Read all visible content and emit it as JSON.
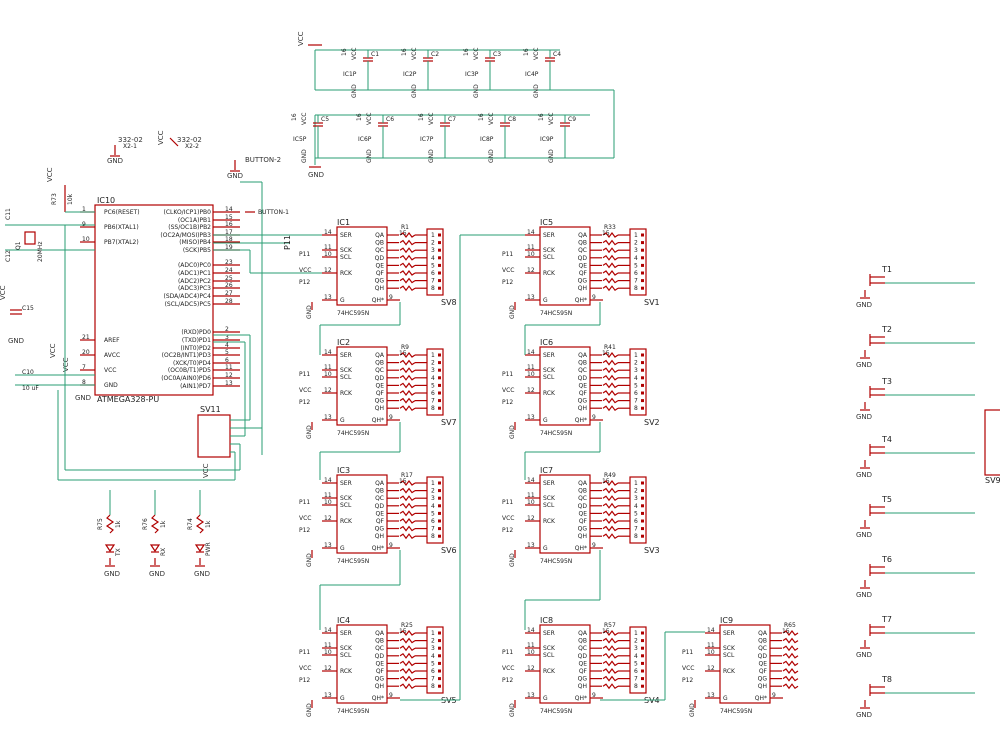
{
  "power": {
    "vcc": "VCC",
    "gnd": "GND"
  },
  "caps_top": [
    {
      "name": "C1",
      "ic": "IC1P"
    },
    {
      "name": "C2",
      "ic": "IC2P"
    },
    {
      "name": "C3",
      "ic": "IC3P"
    },
    {
      "name": "C4",
      "ic": "IC4P"
    }
  ],
  "caps_bottom": [
    {
      "name": "C5",
      "ic": "IC5P"
    },
    {
      "name": "C6",
      "ic": "IC6P"
    },
    {
      "name": "C7",
      "ic": "IC7P"
    },
    {
      "name": "C8",
      "ic": "IC8P"
    },
    {
      "name": "C9",
      "ic": "IC9P"
    }
  ],
  "connectors": {
    "x21": "332-02",
    "x21_pin": "X2-1",
    "x22": "332-02",
    "x22_pin": "X2-2",
    "button2": "BUTTON-2",
    "button1": "BUTTON-1"
  },
  "mcu": {
    "name": "IC10",
    "part": "ATMEGA328-PU",
    "left_pins": [
      {
        "label": "PC6(RESET)",
        "num": "1"
      },
      {
        "label": "PB6(XTAL1)",
        "num": "9"
      },
      {
        "label": "PB7(XTAL2)",
        "num": "10"
      },
      {
        "label": "AREF",
        "num": "21"
      },
      {
        "label": "AVCC",
        "num": "20"
      },
      {
        "label": "VCC",
        "num": "7"
      },
      {
        "label": "GND",
        "num": "8"
      }
    ],
    "right_pins": [
      {
        "label": "(CLKO/ICP1)PB0",
        "num": "14"
      },
      {
        "label": "(OC1A)PB1",
        "num": "15"
      },
      {
        "label": "(SS/OC1B)PB2",
        "num": "16"
      },
      {
        "label": "(OC2A/MOSI)PB3",
        "num": "17"
      },
      {
        "label": "(MISO)PB4",
        "num": "18"
      },
      {
        "label": "(SCK)PB5",
        "num": "19"
      },
      {
        "label": "(ADC0)PC0",
        "num": "23"
      },
      {
        "label": "(ADC1)PC1",
        "num": "24"
      },
      {
        "label": "(ADC2)PC2",
        "num": "25"
      },
      {
        "label": "(ADC3)PC3",
        "num": "26"
      },
      {
        "label": "(SDA/ADC4)PC4",
        "num": "27"
      },
      {
        "label": "(SCL/ADC5)PC5",
        "num": "28"
      },
      {
        "label": "(RXD)PD0",
        "num": "2"
      },
      {
        "label": "(TXD)PD1",
        "num": "3"
      },
      {
        "label": "(INT0)PD2",
        "num": "4"
      },
      {
        "label": "(OC2B/INT1)PD3",
        "num": "5"
      },
      {
        "label": "(XCK/T0)PD4",
        "num": "6"
      },
      {
        "label": "(OC0B/T1)PD5",
        "num": "11"
      },
      {
        "label": "(OC0A/AIN0)PD6",
        "num": "12"
      },
      {
        "label": "(AIN1)PD7",
        "num": "13"
      }
    ]
  },
  "passives": {
    "r73": "R73",
    "r73v": "10k",
    "c11": "C11",
    "c12": "C12",
    "q1": "Q1",
    "q1v": "20MHz",
    "c15": "C15",
    "c10": "C10",
    "c10v": "10 uF",
    "sv11": "SV11"
  },
  "leds": [
    {
      "r": "R75",
      "rv": "1k",
      "led": "TX"
    },
    {
      "r": "R76",
      "rv": "1k",
      "led": "RX"
    },
    {
      "r": "R74",
      "rv": "1k",
      "led": "PWR"
    }
  ],
  "sr": {
    "part": "74HC595N",
    "pins_left": [
      {
        "n": "14",
        "l": "SER"
      },
      {
        "n": "11",
        "l": "SCK"
      },
      {
        "n": "10",
        "l": "SCL"
      },
      {
        "n": "12",
        "l": "RCK"
      },
      {
        "n": "13",
        "l": "G"
      }
    ],
    "pins_right": [
      "QA",
      "QB",
      "QC",
      "QD",
      "QE",
      "QF",
      "QG",
      "QH"
    ],
    "qh": "QH*",
    "chips": [
      {
        "name": "IC1",
        "r": "R1",
        "sv": "SV8"
      },
      {
        "name": "IC2",
        "r": "R9",
        "sv": "SV7"
      },
      {
        "name": "IC3",
        "r": "R17",
        "sv": "SV6"
      },
      {
        "name": "IC4",
        "r": "R25",
        "sv": "SV5"
      },
      {
        "name": "IC5",
        "r": "R33",
        "sv": "SV1"
      },
      {
        "name": "IC6",
        "r": "R41",
        "sv": "SV2"
      },
      {
        "name": "IC7",
        "r": "R49",
        "sv": "SV3"
      },
      {
        "name": "IC8",
        "r": "R57",
        "sv": "SV4"
      },
      {
        "name": "IC9",
        "r": "R65",
        "sv": ""
      }
    ]
  },
  "nets": {
    "p11": "P11",
    "p12": "P12"
  },
  "transistors": [
    "T1",
    "T2",
    "T3",
    "T4",
    "T5",
    "T6",
    "T7",
    "T8"
  ],
  "sv9": "SV9"
}
